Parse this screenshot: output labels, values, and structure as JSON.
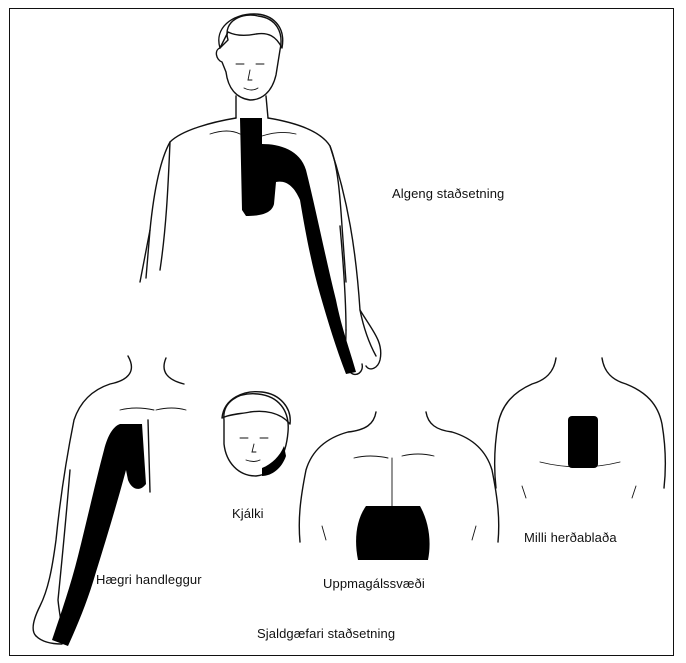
{
  "colors": {
    "background": "#ffffff",
    "ink": "#111111",
    "pain_region": "#000000"
  },
  "labels": {
    "common_location": "Algeng staðsetning",
    "right_arm": "Hægri handleggur",
    "jaw": "Kjálki",
    "upper_abdomen": "Uppmagálssvæði",
    "between_shoulder_blades": "Milli herðablaða",
    "less_common_location": "Sjaldgæfari staðsetning"
  },
  "icons": [
    "full-torso-figure",
    "right-arm-figure",
    "jaw-face-figure",
    "upper-abdomen-figure",
    "back-figure"
  ]
}
